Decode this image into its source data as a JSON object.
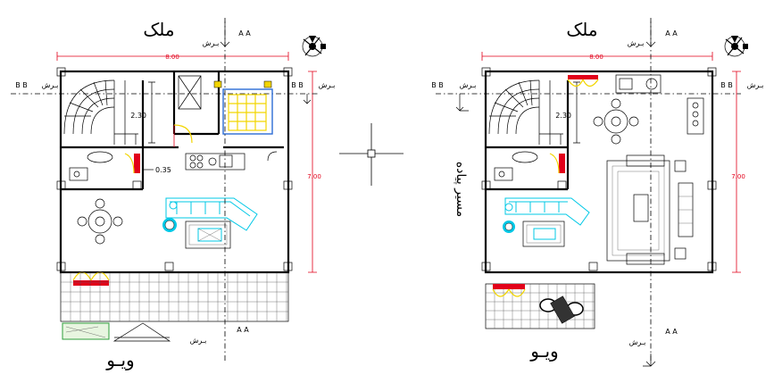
{
  "plans": [
    {
      "id": "plan-left",
      "title_top": "ملک",
      "title_bottom": "ویـو",
      "section_aa": "A A",
      "section_bb": "B B",
      "cut_label": "بـرش",
      "dim_width": "8.00",
      "dim_height": "7.00",
      "dim_stair": "2.30",
      "dim_small": "0.35"
    },
    {
      "id": "plan-right",
      "title_top": "ملک",
      "title_bottom": "ویـو",
      "section_aa": "A A",
      "section_bb": "B B",
      "cut_label": "بـرش",
      "dim_width": "8.00",
      "dim_height": "7.00",
      "dim_stair": "2.30",
      "side_label": "مسیر پیاده"
    }
  ],
  "colors": {
    "wall": "#000000",
    "dimension": "#e2001a",
    "furniture": "#00c8e6",
    "bed": "#f2d500",
    "bed_frame": "#2c6dd6",
    "planter": "#2e9e3a"
  },
  "icons": [
    "compass-north-icon",
    "crosshair-icon",
    "section-arrow-icon"
  ]
}
